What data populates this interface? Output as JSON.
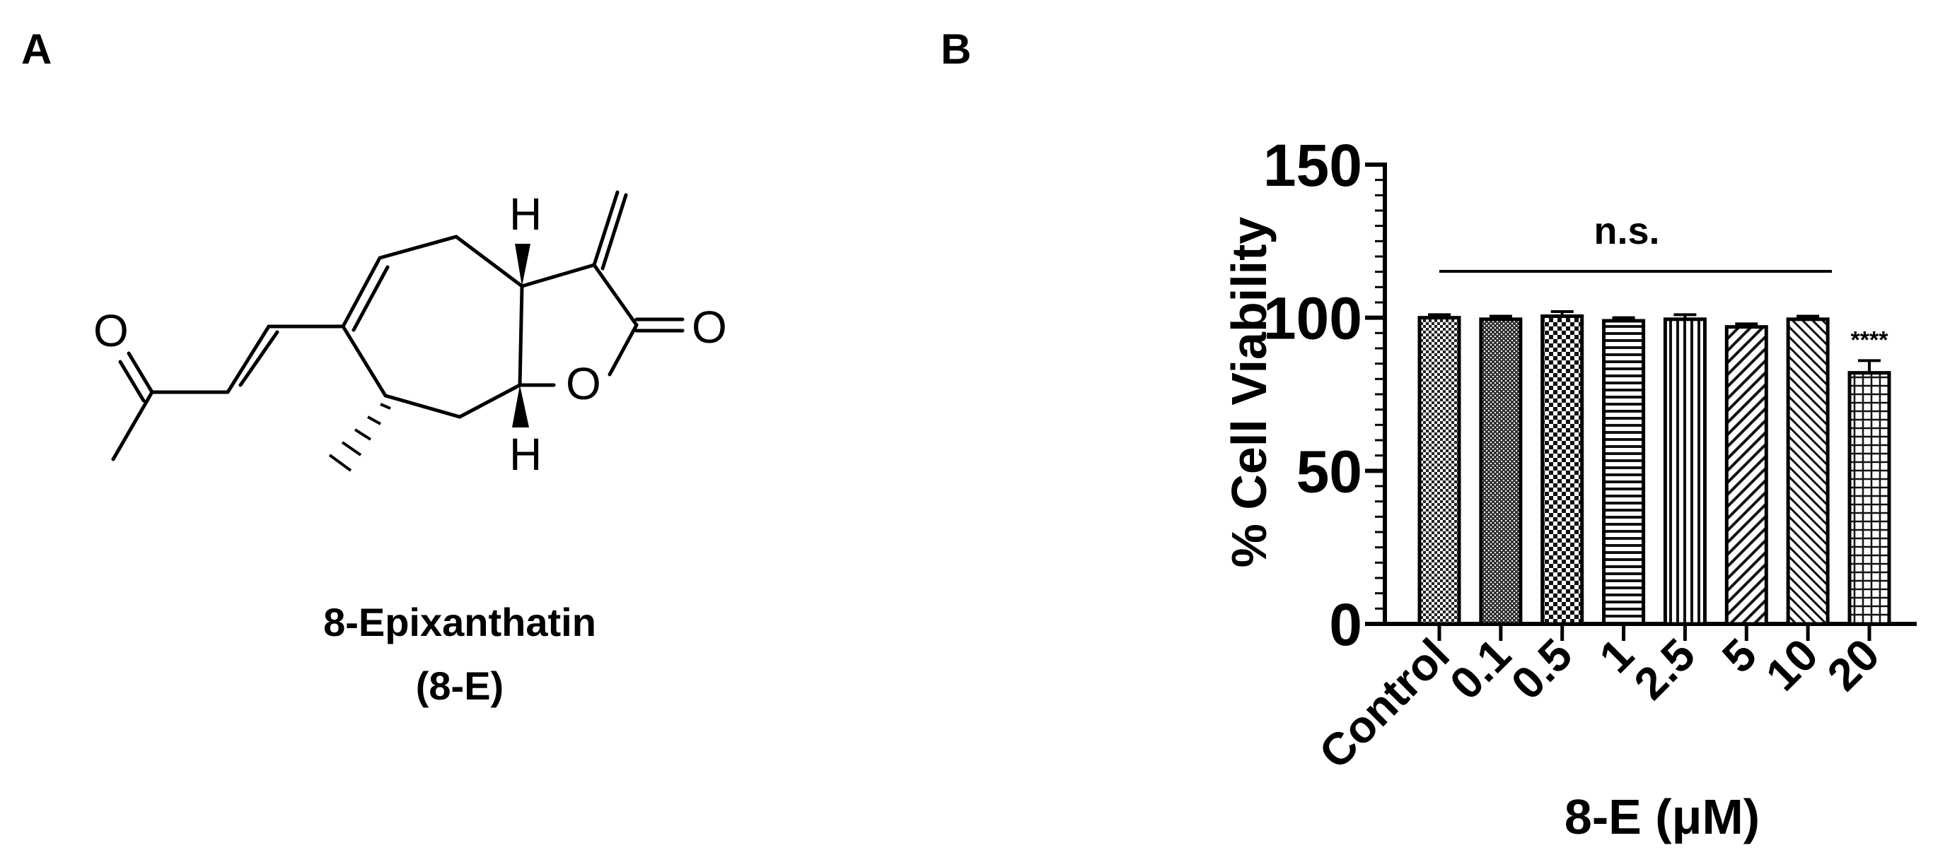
{
  "panels": {
    "a_label": "A",
    "b_label": "B"
  },
  "structure": {
    "name_line1": "8-Epixanthatin",
    "name_line2": "(8-E)",
    "atom_o_ketone": "O",
    "atom_o_carbonyl": "O",
    "atom_o_ring": "O",
    "atom_h_top": "H",
    "atom_h_bottom": "H"
  },
  "chart_data": {
    "type": "bar",
    "categories": [
      "Control",
      "0.1",
      "0.5",
      "1",
      "2.5",
      "5",
      "10",
      "20"
    ],
    "values": [
      100,
      99.5,
      100.5,
      99,
      99.5,
      97,
      99.5,
      82
    ],
    "errors": [
      1,
      1,
      1.5,
      1,
      1.5,
      1,
      1,
      4
    ],
    "xlabel": "8-E (μM)",
    "ylabel": "% Cell Viability",
    "ylim": [
      0,
      150
    ],
    "yticks": [
      0,
      50,
      100,
      150
    ],
    "grid": false,
    "legend": "none",
    "significance_bracket_label": "n.s.",
    "significance_marks": [
      {
        "category": "20",
        "label": "****"
      }
    ]
  }
}
